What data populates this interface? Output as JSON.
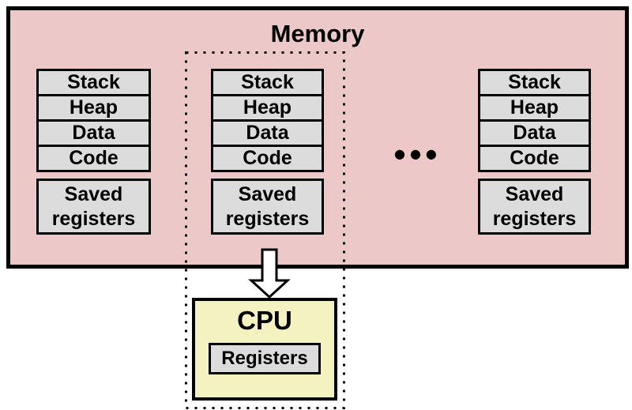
{
  "memory": {
    "title": "Memory",
    "processes": [
      {
        "segments": [
          "Stack",
          "Heap",
          "Data",
          "Code"
        ],
        "saved_registers": "Saved registers"
      },
      {
        "segments": [
          "Stack",
          "Heap",
          "Data",
          "Code"
        ],
        "saved_registers": "Saved registers"
      },
      {
        "segments": [
          "Stack",
          "Heap",
          "Data",
          "Code"
        ],
        "saved_registers": "Saved registers"
      }
    ],
    "ellipsis": "●●●"
  },
  "cpu": {
    "label": "CPU",
    "registers_label": "Registers"
  },
  "colors": {
    "memory_fill": "#ecc8c8",
    "cpu_fill": "#f5f2c1",
    "segment_fill": "#dcdcdc",
    "outline": "#000000",
    "background": "#ffffff"
  }
}
